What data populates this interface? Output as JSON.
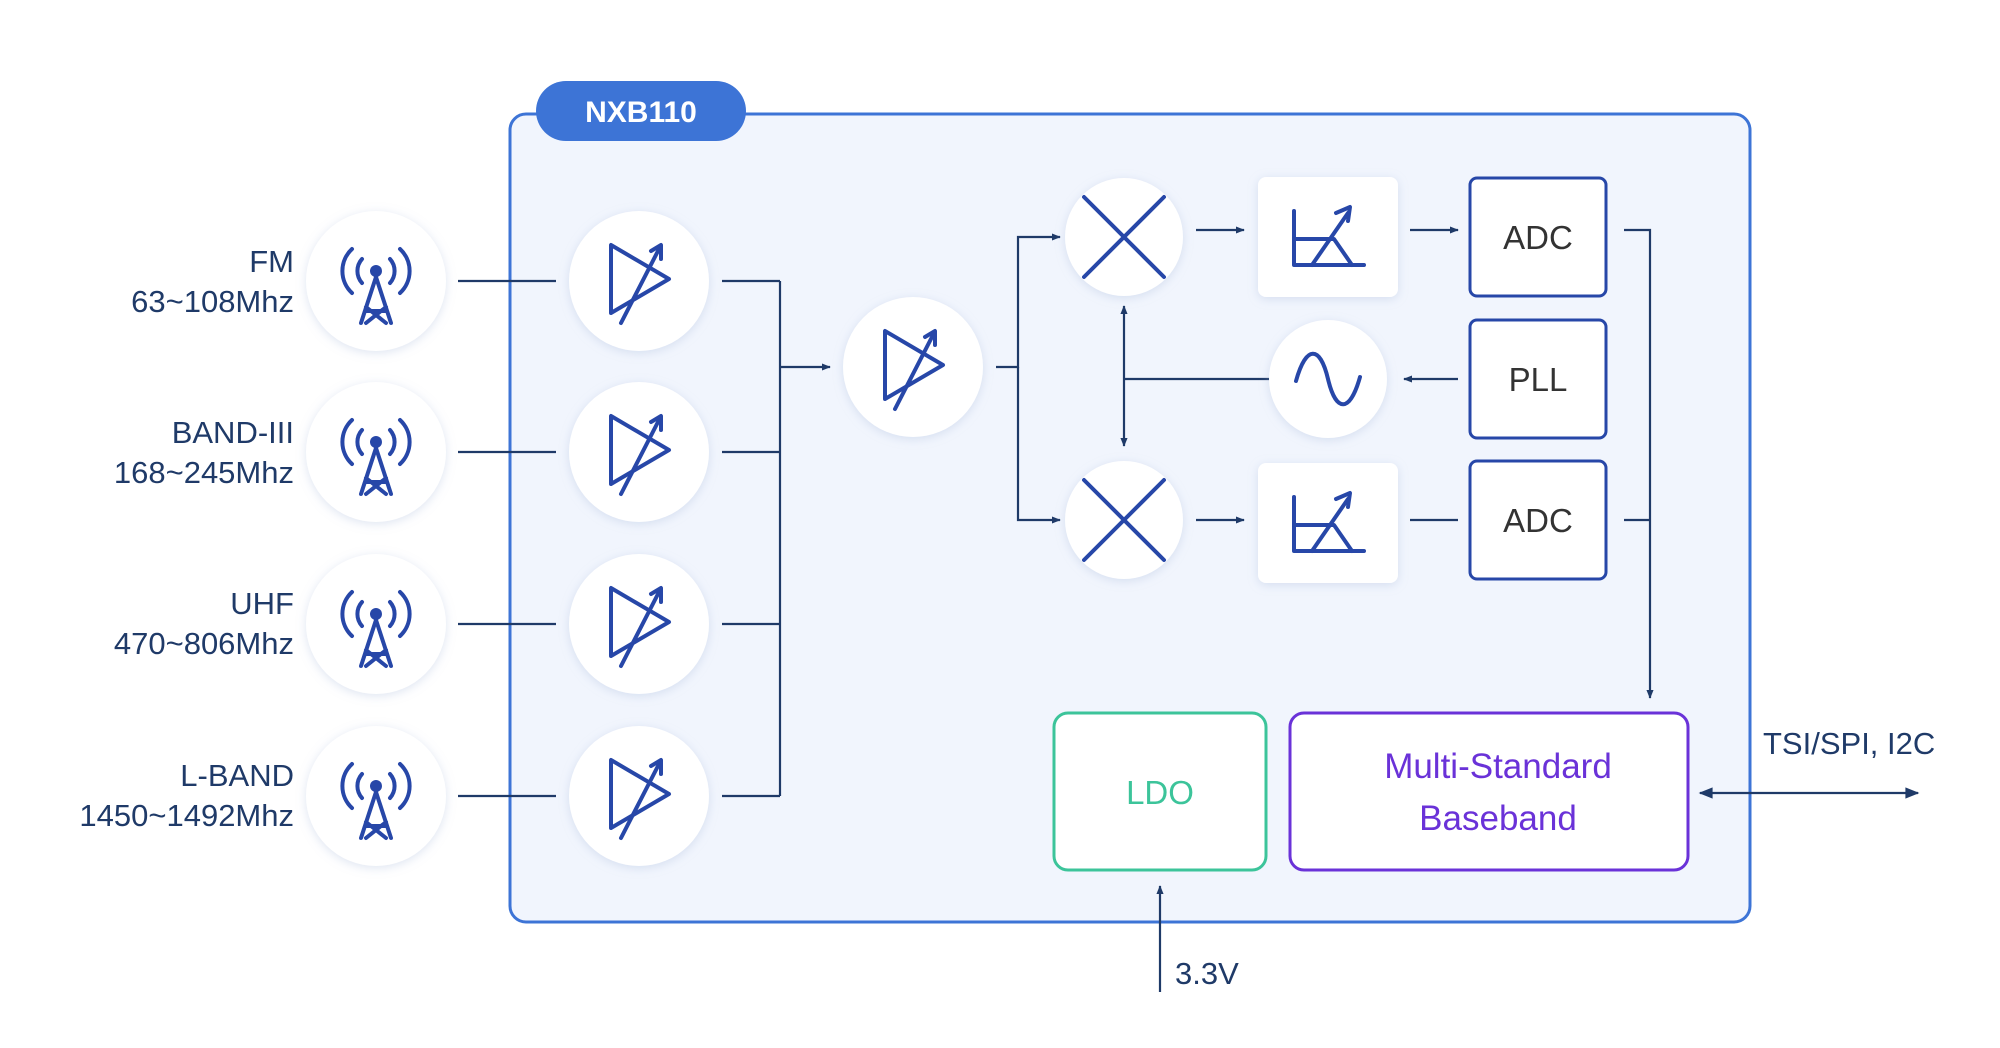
{
  "chip": {
    "name": "NXB110"
  },
  "bands": [
    {
      "name": "FM",
      "range": "63~108Mhz"
    },
    {
      "name": "BAND-III",
      "range": "168~245Mhz"
    },
    {
      "name": "UHF",
      "range": "470~806Mhz"
    },
    {
      "name": "L-BAND",
      "range": "1450~1492Mhz"
    }
  ],
  "blocks": {
    "adc_top": "ADC",
    "pll": "PLL",
    "adc_bottom": "ADC",
    "ldo": "LDO",
    "baseband_line1": "Multi-Standard",
    "baseband_line2": "Baseband"
  },
  "io": {
    "interface": "TSI/SPI, I2C",
    "supply": "3.3V"
  },
  "icons": {
    "antenna": "antenna-tower-icon",
    "amplifier": "variable-amplifier-icon",
    "mixer": "mixer-icon",
    "filter": "variable-filter-icon",
    "oscillator": "sine-oscillator-icon"
  },
  "colors": {
    "chip_border": "#3d74d6",
    "chip_fill": "#f1f5fd",
    "chip_badge": "#3d74d6",
    "symbol": "#2747a8",
    "wire": "#1f3a68",
    "ldo": "#3cc49a",
    "baseband": "#6a32d8"
  }
}
